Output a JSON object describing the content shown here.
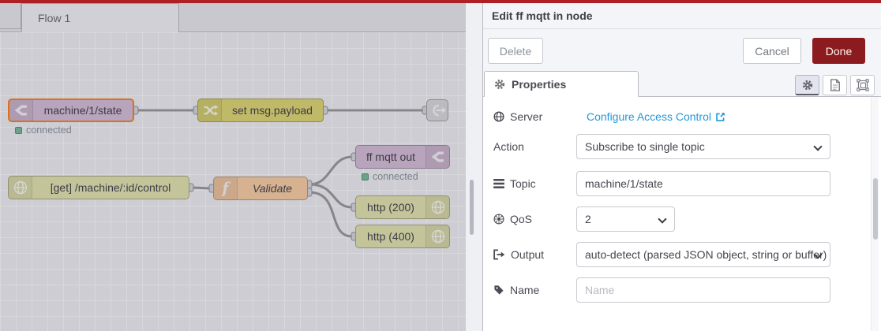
{
  "colors": {
    "topbar_red": "#ad2126",
    "done_bg": "#8c1b1f",
    "done_text": "#fff7ed",
    "link_blue": "#2398d8",
    "selected_border": "#ff7f0e",
    "node_mqtt": "#d8bfd8",
    "node_change": "#e2d96e",
    "node_http": "#e7e7ae",
    "node_function": "#fdd0a2",
    "node_link": "#dddddd",
    "status_green": "#76bd98",
    "wire_grey": "#999999"
  },
  "canvas": {
    "tab_label": "Flow 1",
    "nodes": {
      "mqtt_in": {
        "label": "machine/1/state",
        "status": "connected"
      },
      "change": {
        "label": "set msg.payload"
      },
      "http_in": {
        "label": "[get] /machine/:id/control"
      },
      "function": {
        "label": "Validate"
      },
      "mqtt_out": {
        "label": "ff mqtt out",
        "status": "connected"
      },
      "http_res_200": {
        "label": "http (200)"
      },
      "http_res_400": {
        "label": "http (400)"
      }
    }
  },
  "panel": {
    "title": "Edit ff mqtt in node",
    "delete_label": "Delete",
    "cancel_label": "Cancel",
    "done_label": "Done",
    "properties_tab_label": "Properties",
    "form": {
      "server_label": "Server",
      "server_link": "Configure Access Control",
      "action_label": "Action",
      "action_value": "Subscribe to single topic",
      "topic_label": "Topic",
      "topic_value": "machine/1/state",
      "qos_label": "QoS",
      "qos_value": "2",
      "output_label": "Output",
      "output_value": "auto-detect (parsed JSON object, string or buffer)",
      "name_label": "Name",
      "name_placeholder": "Name"
    }
  }
}
